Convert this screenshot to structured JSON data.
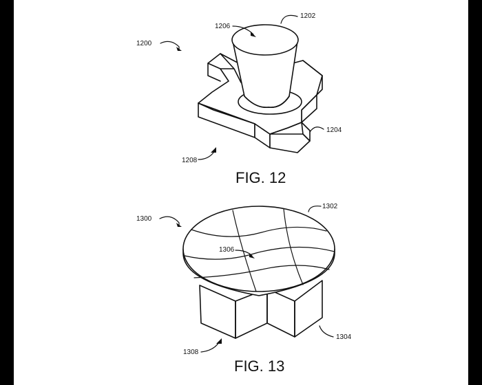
{
  "figures": [
    {
      "caption": "FIG. 12",
      "refs": {
        "assembly": "1200",
        "knob": "1202",
        "base": "1204",
        "top": "1206",
        "side": "1208"
      }
    },
    {
      "caption": "FIG. 13",
      "refs": {
        "assembly": "1300",
        "cap": "1302",
        "base": "1304",
        "surface": "1306",
        "side": "1308"
      }
    }
  ],
  "colors": {
    "ink": "#111111",
    "paper": "#ffffff",
    "border": "#000000"
  }
}
